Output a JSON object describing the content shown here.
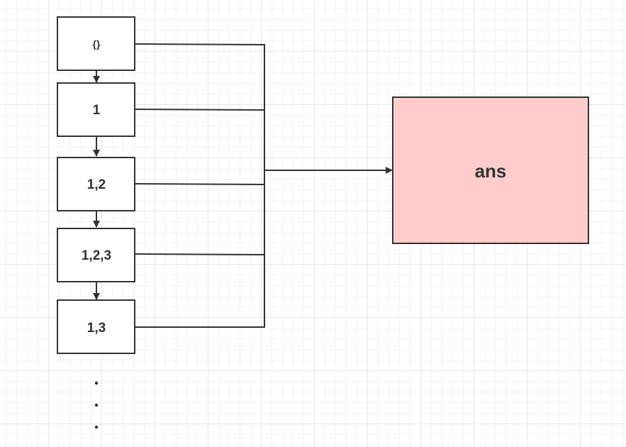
{
  "nodes": [
    {
      "label": "{}"
    },
    {
      "label": "1"
    },
    {
      "label": "1,2"
    },
    {
      "label": "1,2,3"
    },
    {
      "label": "1,3"
    }
  ],
  "target": {
    "label": "ans",
    "fill": "#ffcccc"
  },
  "colors": {
    "stroke": "#333333",
    "grid": "#e6e6e6"
  }
}
